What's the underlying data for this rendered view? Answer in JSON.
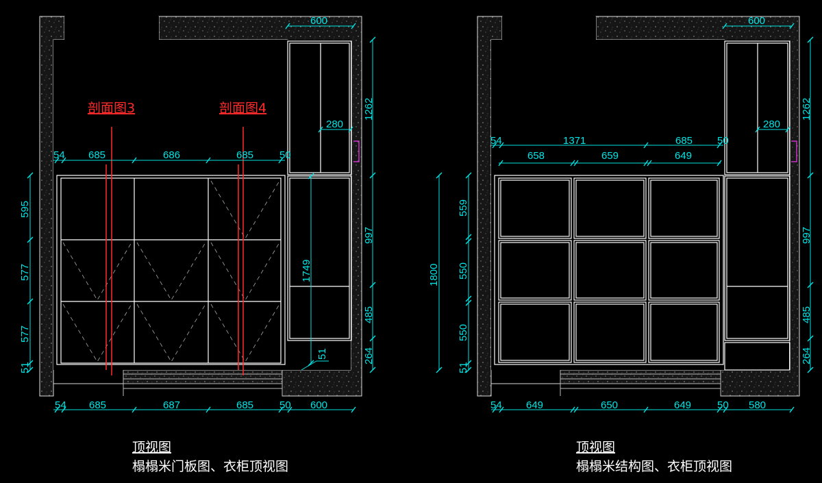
{
  "left_view": {
    "section_labels": [
      "剖面图3",
      "剖面图4"
    ],
    "top_dims": [
      "54",
      "685",
      "686",
      "685",
      "50"
    ],
    "top_right_dim": "600",
    "inner_dim": "280",
    "tall_dim": "1749",
    "small_dim": "51",
    "left_dims": [
      "595",
      "577",
      "577",
      "51"
    ],
    "right_dims": [
      "1262",
      "997",
      "485",
      "264"
    ],
    "bottom_dims": [
      "54",
      "685",
      "687",
      "685",
      "50",
      "600"
    ],
    "caption_title": "顶视图",
    "caption_sub": "榻榻米门板图、衣柜顶视图"
  },
  "right_view": {
    "top_dims_row1": [
      "54",
      "1371",
      "685",
      "50"
    ],
    "top_dims_row2": [
      "658",
      "659",
      "649"
    ],
    "top_right_dim": "600",
    "inner_dim": "280",
    "overall_dim": "1800",
    "left_dims": [
      "559",
      "550",
      "550",
      "51"
    ],
    "right_dims": [
      "1262",
      "997",
      "485",
      "264"
    ],
    "bottom_dims": [
      "54",
      "649",
      "650",
      "649",
      "50",
      "580"
    ],
    "caption_title": "顶视图",
    "caption_sub": "榻榻米结构图、衣柜顶视图"
  },
  "colors": {
    "dimension": "#00e5e5",
    "section": "#ff2a2a",
    "wall": "#1a1a1a",
    "lines": "#ffffff",
    "accent": "#c832c8"
  }
}
